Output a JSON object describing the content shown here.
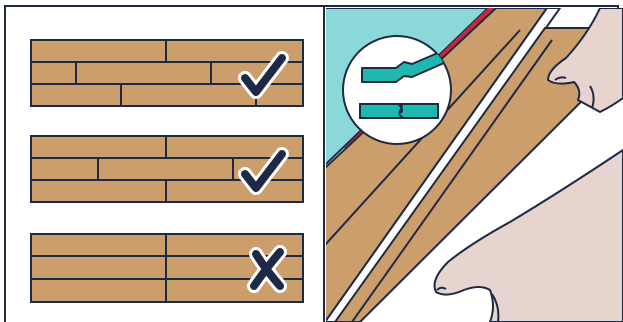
{
  "colors": {
    "frame": "#1e2a44",
    "wood": "#cc9e6b",
    "wood_line": "#1e2a44",
    "teal": "#8ad9d8",
    "teal_dark": "#1fb8b0",
    "skin": "#e7d4cf",
    "red_strip": "#c8283a",
    "white": "#ffffff"
  },
  "left_panel": {
    "patterns": [
      {
        "name": "staggered-joints-wide",
        "verdict": "correct",
        "icon": "checkmark-icon"
      },
      {
        "name": "staggered-joints-varied",
        "verdict": "correct",
        "icon": "checkmark-icon"
      },
      {
        "name": "aligned-joints",
        "verdict": "incorrect",
        "icon": "cross-icon"
      }
    ]
  },
  "right_panel": {
    "scene": "installing-laminate-plank",
    "inset": "click-lock-joint-detail"
  }
}
